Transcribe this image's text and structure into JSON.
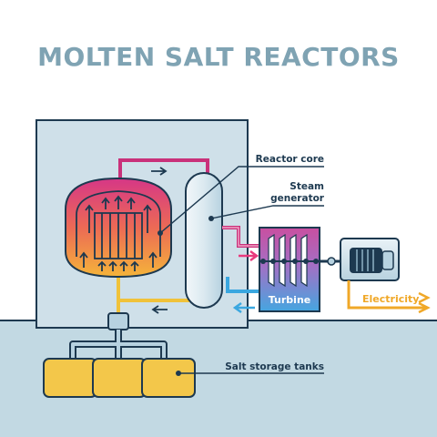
{
  "title": "MOLTEN SALT REACTORS",
  "labels": {
    "reactor_core": "Reactor core",
    "steam_generator_line1": "Steam",
    "steam_generator_line2": "generator",
    "turbine": "Turbine",
    "electricity": "Electricity",
    "salt_storage_tanks": "Salt storage tanks"
  },
  "colors": {
    "title": "#7fa3b3",
    "outline": "#1d3950",
    "building": "#cfe0e9",
    "ground": "#c2d9e3",
    "hot_loop": "#c9317a",
    "cool_loop": "#f0c23a",
    "steam_line": "#e83a7d",
    "water_line": "#3aa7e0",
    "electricity": "#f0a828",
    "tanks": "#f3c74a"
  }
}
